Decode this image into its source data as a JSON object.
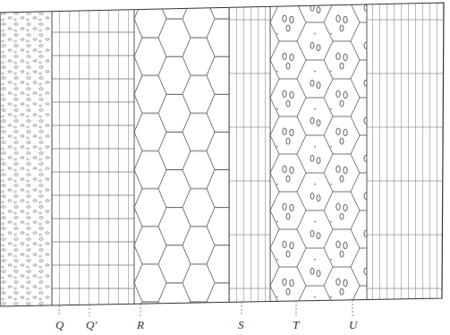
{
  "diagram": {
    "labels": [
      "Q",
      "Q'",
      "R",
      "S",
      "T",
      "U"
    ]
  }
}
